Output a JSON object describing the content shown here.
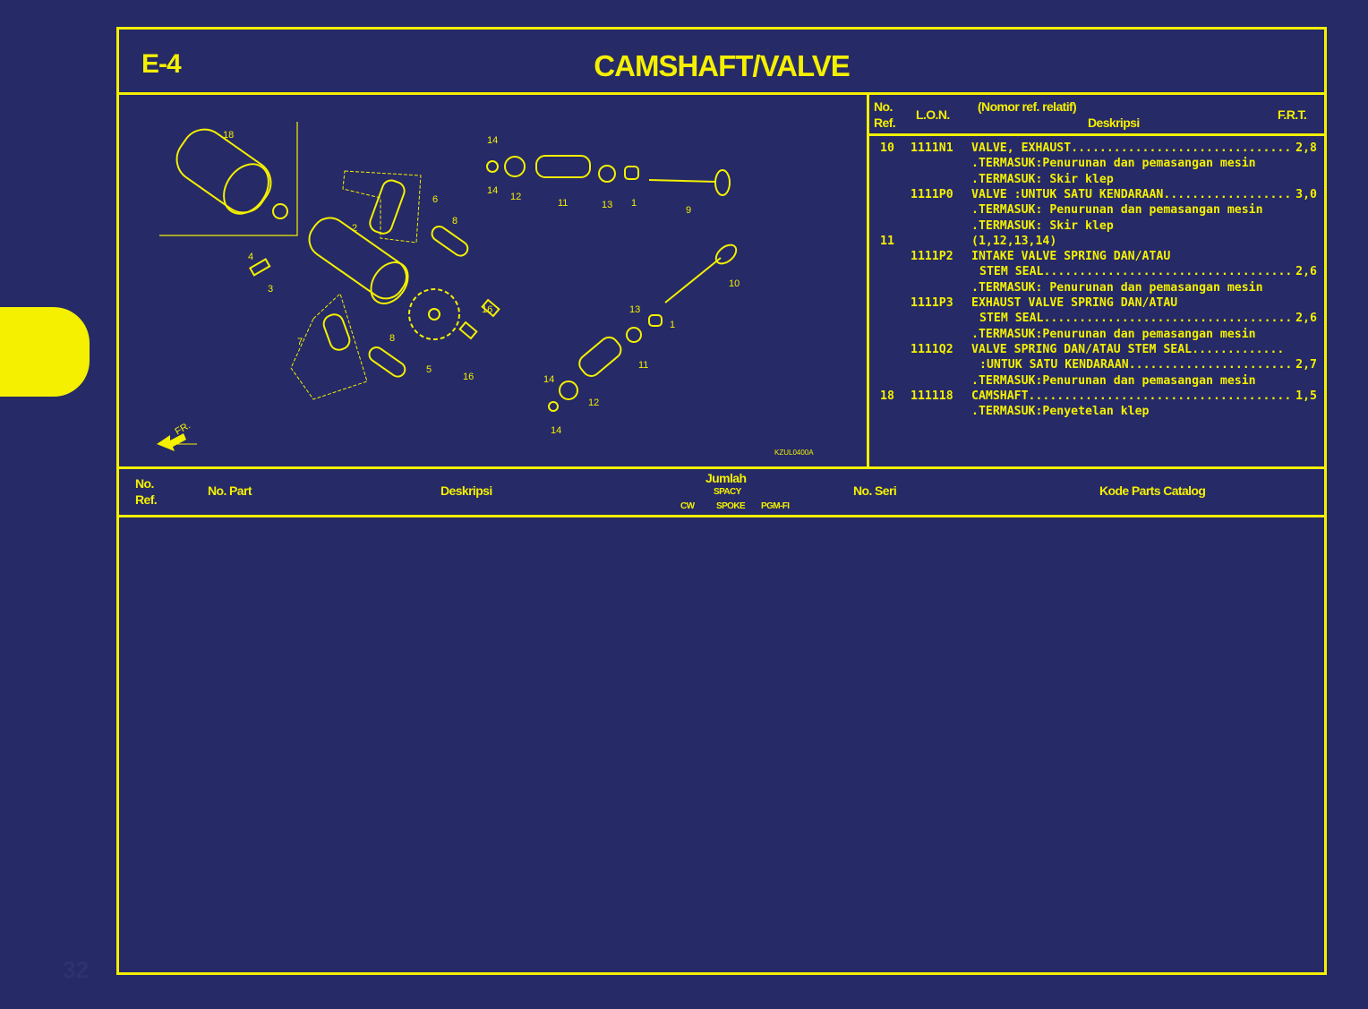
{
  "page": {
    "code": "E-4",
    "title": "CAMSHAFT/VALVE",
    "page_number": "32"
  },
  "colors": {
    "background": "#262a66",
    "accent": "#f4f000"
  },
  "diagram": {
    "image_code": "KZUL0400A",
    "direction_label": "FR.",
    "callouts": [
      "18",
      "2",
      "6",
      "8",
      "4",
      "3",
      "14",
      "14",
      "12",
      "11",
      "13",
      "1",
      "9",
      "10",
      "13",
      "1",
      "11",
      "14",
      "12",
      "14",
      "16",
      "16",
      "5",
      "8",
      "7"
    ]
  },
  "frt_table": {
    "headers": {
      "no_ref": "No.\nRef.",
      "lon": "L.O.N.",
      "relative": "(Nomor ref. relatif)",
      "desc": "Deskripsi",
      "frt": "F.R.T."
    },
    "rows": [
      {
        "ref": "10",
        "lon": "1111N1",
        "desc": "VALVE, EXHAUST",
        "frt": "2,8",
        "leader": true
      },
      {
        "ref": "",
        "lon": "",
        "desc": ".TERMASUK:Penurunan dan pemasangan mesin",
        "frt": ""
      },
      {
        "ref": "",
        "lon": "",
        "desc": ".TERMASUK: Skir klep",
        "frt": ""
      },
      {
        "ref": "",
        "lon": "1111P0",
        "desc": "VALVE :UNTUK SATU KENDARAAN",
        "frt": "3,0",
        "leader": true
      },
      {
        "ref": "",
        "lon": "",
        "desc": ".TERMASUK: Penurunan dan pemasangan mesin",
        "frt": ""
      },
      {
        "ref": "",
        "lon": "",
        "desc": ".TERMASUK: Skir klep",
        "frt": ""
      },
      {
        "ref": "11",
        "lon": "",
        "desc": "(1,12,13,14)",
        "frt": ""
      },
      {
        "ref": "",
        "lon": "1111P2",
        "desc": "INTAKE VALVE SPRING DAN/ATAU",
        "frt": ""
      },
      {
        "ref": "",
        "lon": "",
        "desc": "STEM SEAL",
        "frt": "2,6",
        "leader": true,
        "indent": true
      },
      {
        "ref": "",
        "lon": "",
        "desc": ".TERMASUK: Penurunan dan pemasangan mesin",
        "frt": ""
      },
      {
        "ref": "",
        "lon": "1111P3",
        "desc": "EXHAUST VALVE SPRING DAN/ATAU",
        "frt": ""
      },
      {
        "ref": "",
        "lon": "",
        "desc": "STEM SEAL",
        "frt": "2,6",
        "leader": true,
        "indent": true
      },
      {
        "ref": "",
        "lon": "",
        "desc": ".TERMASUK:Penurunan dan pemasangan mesin",
        "frt": ""
      },
      {
        "ref": "",
        "lon": "1111Q2",
        "desc": "VALVE SPRING DAN/ATAU STEM SEAL",
        "frt": "",
        "leader": true,
        "short": true
      },
      {
        "ref": "",
        "lon": "",
        "desc": ":UNTUK SATU KENDARAAN",
        "frt": "2,7",
        "leader": true,
        "indent": true
      },
      {
        "ref": "",
        "lon": "",
        "desc": ".TERMASUK:Penurunan dan pemasangan mesin",
        "frt": ""
      },
      {
        "ref": "18",
        "lon": "111118",
        "desc": "CAMSHAFT",
        "frt": "1,5",
        "leader": true
      },
      {
        "ref": "",
        "lon": "",
        "desc": ".TERMASUK:Penyetelan klep",
        "frt": ""
      }
    ]
  },
  "parts_table": {
    "headers": {
      "no_ref": "No.\nRef.",
      "no_part": "No. Part",
      "desc": "Deskripsi",
      "jumlah": "Jumlah",
      "spacy": "SPACY",
      "cw": "CW",
      "spoke": "SPOKE",
      "pgmfi": "PGM-FI",
      "no_seri": "No. Seri",
      "kode": "Kode Parts Catalog"
    },
    "rows": []
  }
}
